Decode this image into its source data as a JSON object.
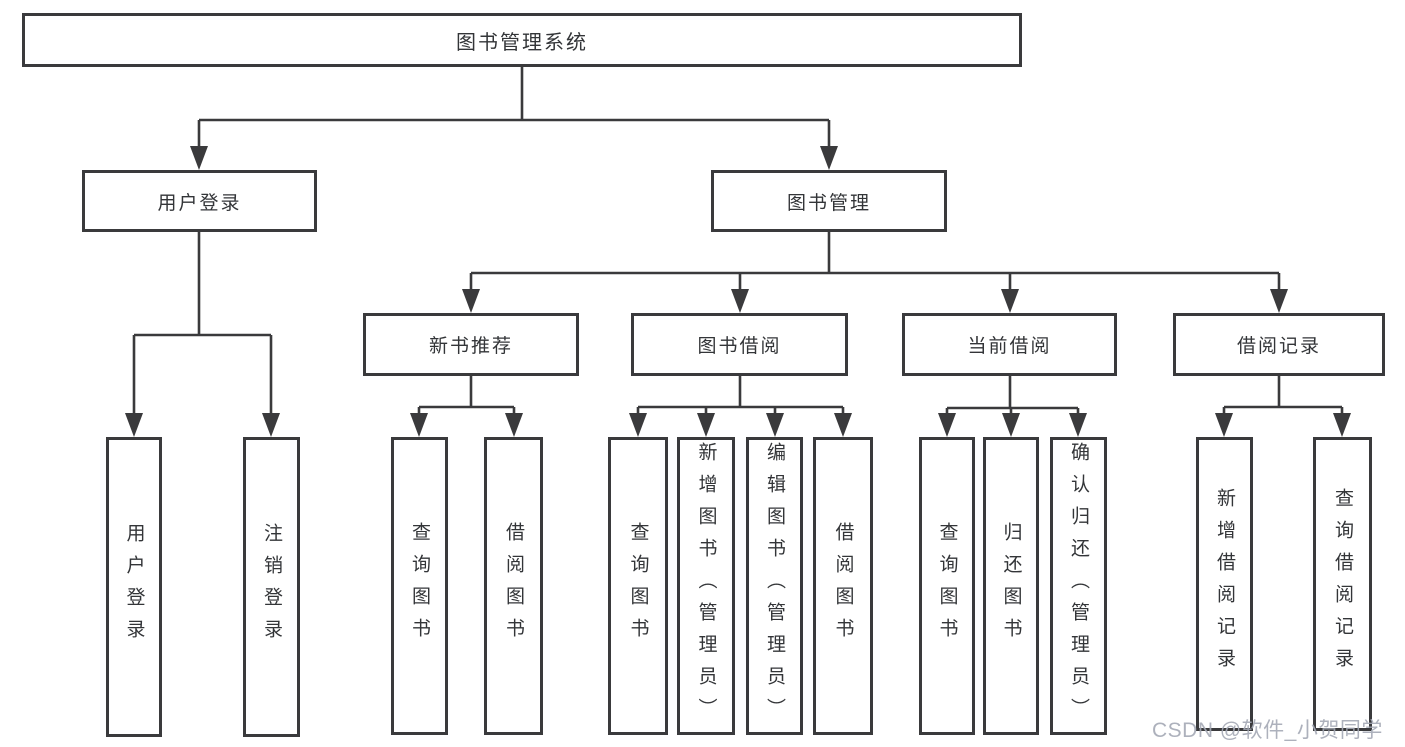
{
  "diagram_title": "图书管理系统",
  "nodes": {
    "root": "图书管理系统",
    "level2": [
      {
        "label": "用户登录"
      },
      {
        "label": "图书管理"
      }
    ],
    "level3": [
      {
        "label": "新书推荐",
        "parent": "图书管理"
      },
      {
        "label": "图书借阅",
        "parent": "图书管理"
      },
      {
        "label": "当前借阅",
        "parent": "图书管理"
      },
      {
        "label": "借阅记录",
        "parent": "图书管理"
      }
    ],
    "leaves": [
      {
        "label": "用户登录",
        "parent": "用户登录"
      },
      {
        "label": "注销登录",
        "parent": "用户登录"
      },
      {
        "label": "查询图书",
        "parent": "新书推荐"
      },
      {
        "label": "借阅图书",
        "parent": "新书推荐"
      },
      {
        "label": "查询图书",
        "parent": "图书借阅"
      },
      {
        "label": "新增图书（管理员）",
        "parent": "图书借阅"
      },
      {
        "label": "编辑图书（管理员）",
        "parent": "图书借阅"
      },
      {
        "label": "借阅图书",
        "parent": "图书借阅"
      },
      {
        "label": "查询图书",
        "parent": "当前借阅"
      },
      {
        "label": "归还图书",
        "parent": "当前借阅"
      },
      {
        "label": "确认归还（管理员）",
        "parent": "当前借阅"
      },
      {
        "label": "新增借阅记录",
        "parent": "借阅记录"
      },
      {
        "label": "查询借阅记录",
        "parent": "借阅记录"
      }
    ]
  },
  "watermark": "CSDN @软件_小贺同学",
  "colors": {
    "line": "#3a3a3c",
    "text": "#333538",
    "background": "#ffffff",
    "watermark": "#a4a9b5"
  }
}
